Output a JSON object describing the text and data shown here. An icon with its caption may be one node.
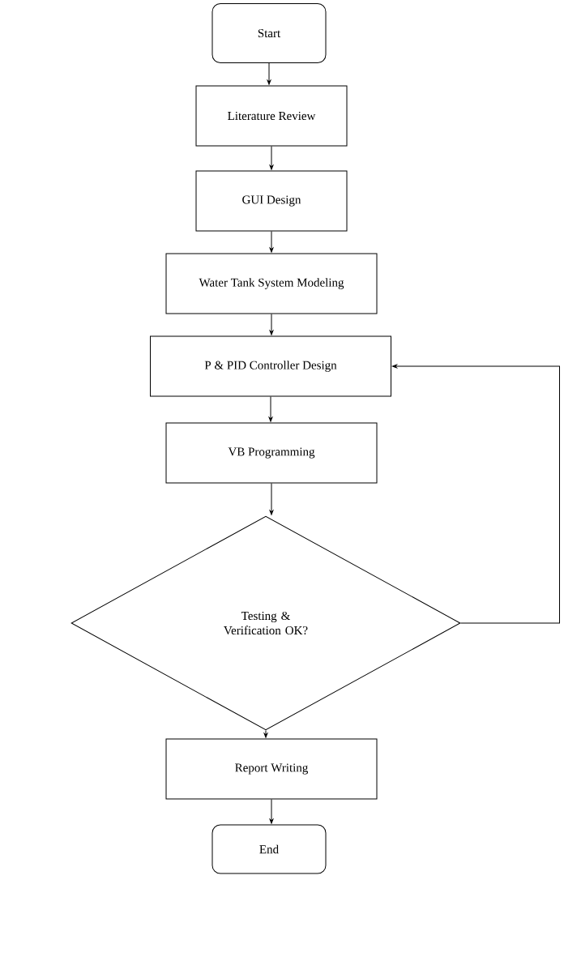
{
  "diagram": {
    "nodes": [
      {
        "text": [
          "Start"
        ]
      },
      {
        "text": [
          "Literature Review"
        ]
      },
      {
        "text": [
          "GUI Design"
        ]
      },
      {
        "text": [
          "Water Tank System Modeling"
        ]
      },
      {
        "text": [
          "P & PID Controller Design"
        ]
      },
      {
        "text": [
          "VB Programming"
        ]
      },
      {
        "text": [
          "Testing & Verification OK?"
        ]
      },
      {
        "text": [
          "Report Writing"
        ]
      },
      {
        "text": [
          "End"
        ]
      }
    ],
    "edges": [
      {
        "from": 0,
        "to": 1,
        "arrow": "to"
      },
      {
        "from": 1,
        "to": 2,
        "arrow": "to"
      },
      {
        "from": 2,
        "to": 3,
        "arrow": "to"
      },
      {
        "from": 3,
        "to": 4,
        "arrow": "to"
      },
      {
        "from": 4,
        "to": 5,
        "arrow": "to"
      },
      {
        "from": 5,
        "to": 6,
        "arrow": "to"
      },
      {
        "from": 6,
        "to": 7,
        "arrow": "to"
      },
      {
        "from": 7,
        "to": 8,
        "arrow": "to"
      },
      {
        "from": 6,
        "to": 4,
        "arrow": "to"
      }
    ]
  }
}
